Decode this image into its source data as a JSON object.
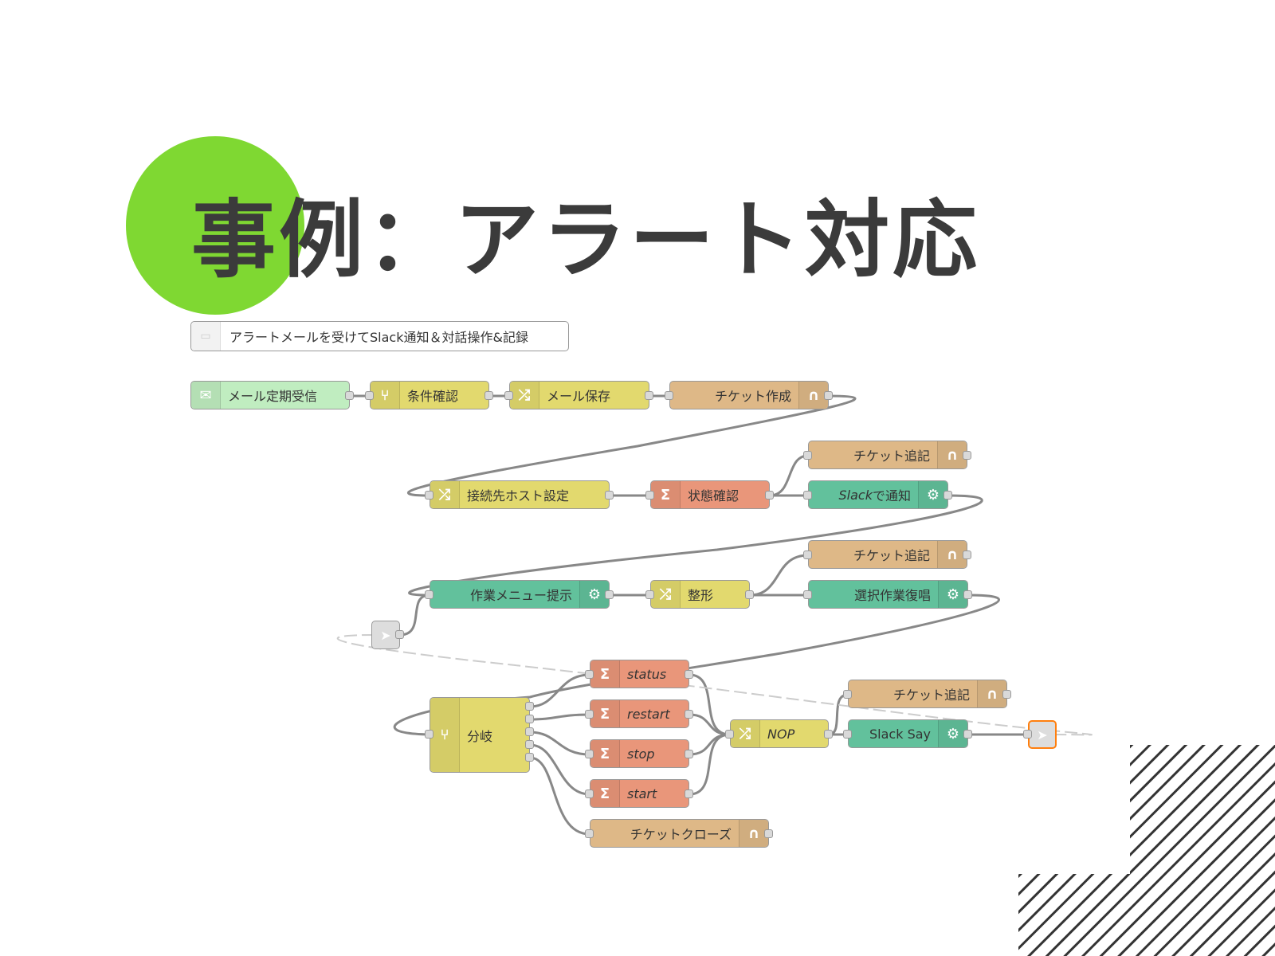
{
  "slide": {
    "title": "事例：アラート対応",
    "accent_color": "#7fd832",
    "hatch_color": "#333333"
  },
  "comment": {
    "text": "アラートメールを受けてSlack通知＆対話操作&記録",
    "icon": "comment-icon"
  },
  "colors": {
    "email": "#c0edc0",
    "switch": "#e2d96e",
    "change": "#e2d96e",
    "ticket": "#deb887",
    "exec": "#e9967a",
    "slack": "#62c19c",
    "link": "#dddddd"
  },
  "nodes": {
    "mail_receive": "メール定期受信",
    "condition_check": "条件確認",
    "mail_save": "メール保存",
    "ticket_create": "チケット作成",
    "host_setting": "接続先ホスト設定",
    "status_check": "状態確認",
    "ticket_append_1": "チケット追記",
    "slack_notify_italic": "Slack",
    "slack_notify_rest": "で通知",
    "ticket_append_2": "チケット追記",
    "work_menu": "作業メニュー提示",
    "format": "整形",
    "selected_echo": "選択作業復唱",
    "branch": "分岐",
    "cmd_status": "status",
    "cmd_restart": "restart",
    "cmd_stop": "stop",
    "cmd_start": "start",
    "ticket_close": "チケットクローズ",
    "nop": "NOP",
    "ticket_append_3": "チケット追記",
    "slack_say": "Slack Say"
  },
  "icons": {
    "email": "envelope-icon",
    "switch": "switch-icon",
    "change": "shuffle-icon",
    "ticket": "bridge-icon",
    "exec": "terminal-icon",
    "slack": "cog-icon",
    "link": "link-icon"
  }
}
